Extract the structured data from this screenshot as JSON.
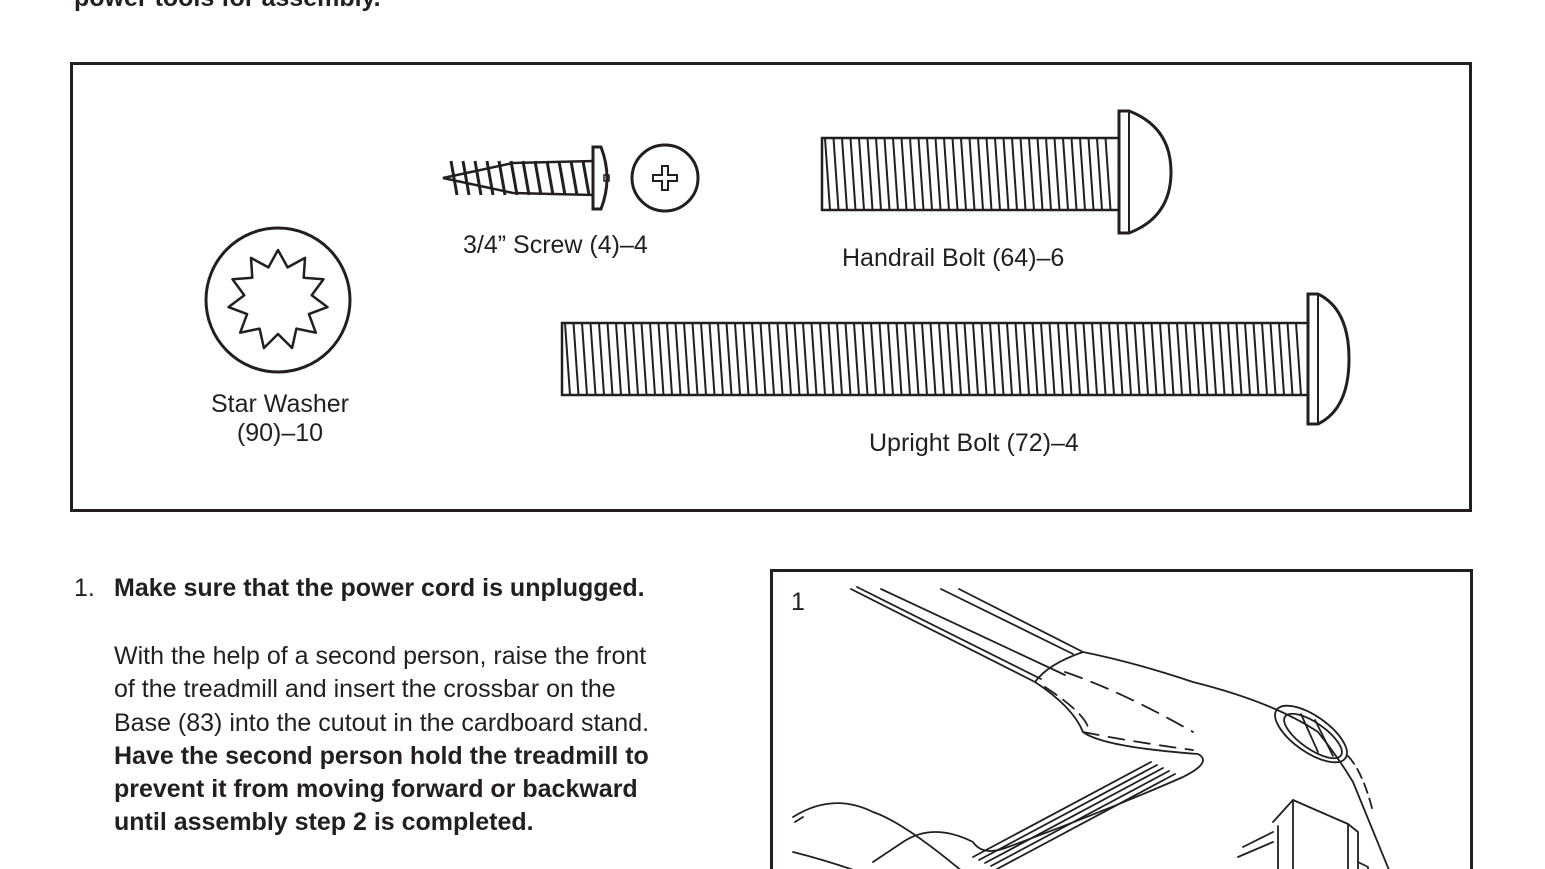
{
  "intro": {
    "continued_text": "power tools for assembly."
  },
  "parts": {
    "screw_label": "3/4” Screw (4)–4",
    "handrail_bolt_label": "Handrail Bolt (64)–6",
    "star_washer_label_line1": "Star Washer",
    "star_washer_label_line2": "(90)–10",
    "upright_bolt_label": "Upright Bolt (72)–4"
  },
  "step1": {
    "number": "1.",
    "heading": "Make sure that the power cord is unplugged.",
    "body_lines": [
      "With the help of a second person, raise the front",
      "of the treadmill and insert the crossbar on the",
      "Base (83) into the cutout in the cardboard stand."
    ],
    "bold_lines": [
      "Have the second person hold the treadmill to",
      "prevent it from moving forward or backward",
      "until assembly step 2 is completed."
    ]
  },
  "figure": {
    "number": "1"
  }
}
